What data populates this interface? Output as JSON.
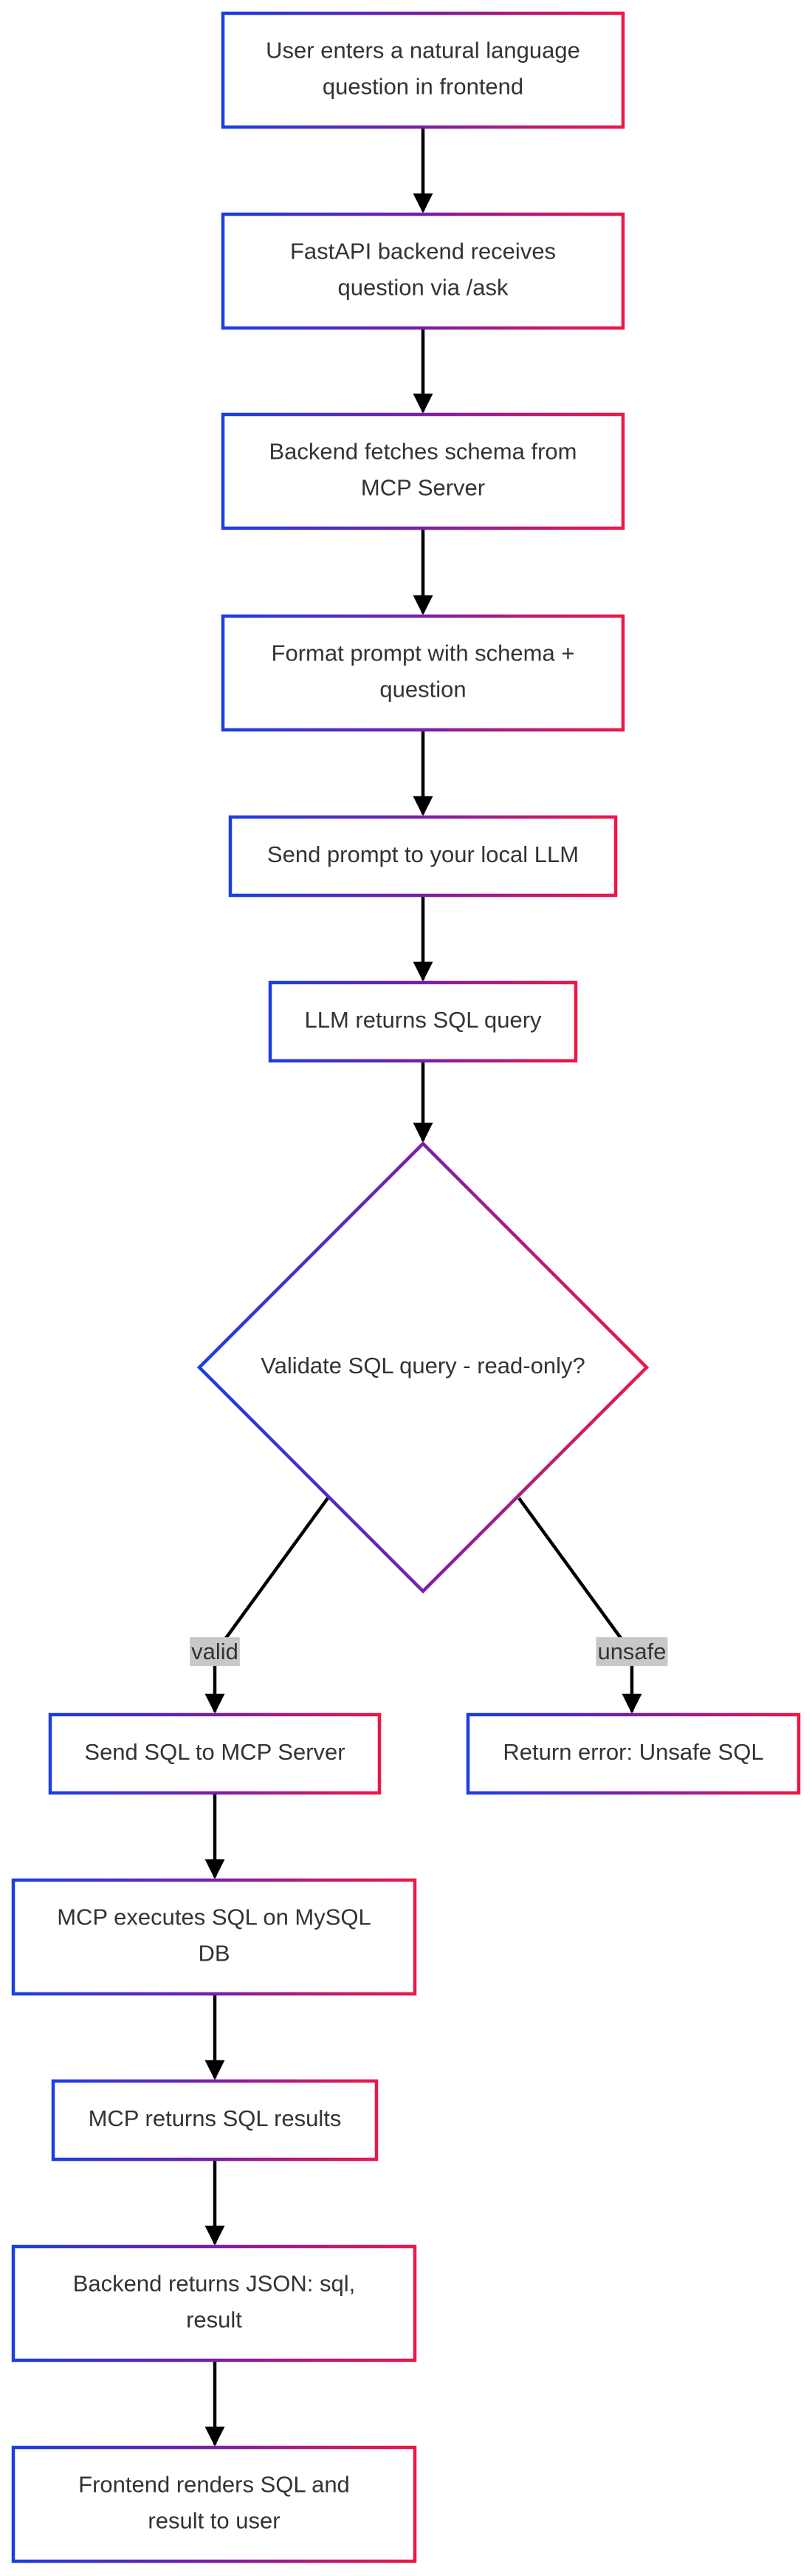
{
  "nodes": [
    {
      "id": "n1",
      "lines": [
        "User enters a natural language",
        "question in frontend"
      ]
    },
    {
      "id": "n2",
      "lines": [
        "FastAPI backend receives",
        "question via /ask"
      ]
    },
    {
      "id": "n3",
      "lines": [
        "Backend fetches schema from",
        "MCP Server"
      ]
    },
    {
      "id": "n4",
      "lines": [
        "Format prompt with schema +",
        "question"
      ]
    },
    {
      "id": "n5",
      "lines": [
        "Send prompt to your local LLM"
      ]
    },
    {
      "id": "n6",
      "lines": [
        "LLM returns SQL query"
      ]
    },
    {
      "id": "n7",
      "lines": [
        "Validate SQL query - read-only?"
      ]
    },
    {
      "id": "n8",
      "lines": [
        "Send SQL to MCP Server"
      ]
    },
    {
      "id": "n9",
      "lines": [
        "Return error: Unsafe SQL"
      ]
    },
    {
      "id": "n10",
      "lines": [
        "MCP executes SQL on MySQL",
        "DB"
      ]
    },
    {
      "id": "n11",
      "lines": [
        "MCP returns SQL results"
      ]
    },
    {
      "id": "n12",
      "lines": [
        "Backend returns JSON: sql,",
        "result"
      ]
    },
    {
      "id": "n13",
      "lines": [
        "Frontend renders SQL and",
        "result to user"
      ]
    }
  ],
  "edges": [
    {
      "from": "n1",
      "to": "n2",
      "label": ""
    },
    {
      "from": "n2",
      "to": "n3",
      "label": ""
    },
    {
      "from": "n3",
      "to": "n4",
      "label": ""
    },
    {
      "from": "n4",
      "to": "n5",
      "label": ""
    },
    {
      "from": "n5",
      "to": "n6",
      "label": ""
    },
    {
      "from": "n6",
      "to": "n7",
      "label": ""
    },
    {
      "from": "n7",
      "to": "n8",
      "label": "valid"
    },
    {
      "from": "n7",
      "to": "n9",
      "label": "unsafe"
    },
    {
      "from": "n8",
      "to": "n10",
      "label": ""
    },
    {
      "from": "n10",
      "to": "n11",
      "label": ""
    },
    {
      "from": "n11",
      "to": "n12",
      "label": ""
    },
    {
      "from": "n12",
      "to": "n13",
      "label": ""
    }
  ],
  "colors": {
    "border_start": "#1b3fe0",
    "border_mid": "#7a1fa8",
    "border_end": "#ee1848",
    "edge": "#000000",
    "edge_label_bg": "#c8c8c8",
    "text": "#333333"
  }
}
